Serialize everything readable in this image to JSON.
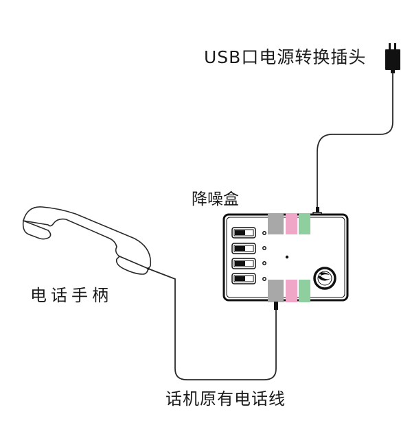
{
  "labels": {
    "usb_adapter": "USB口电源转换插头",
    "noise_box": "降噪盒",
    "handset": "电话手柄",
    "phone_line": "话机原有电话线"
  },
  "colors": {
    "line": "#2a2a2a",
    "port_gray": "#a8a8a8",
    "port_pink": "#f0a6c6",
    "port_green": "#8fcf9f",
    "switch_dark": "#1a1a1a"
  },
  "components": [
    {
      "id": "usb-power-plug",
      "icon": "power-plug-icon"
    },
    {
      "id": "noise-reduction-box",
      "switch_count": 4,
      "ports_top": [
        "gray",
        "pink",
        "green"
      ],
      "ports_bottom": [
        "gray",
        "pink",
        "green"
      ],
      "logo": "wave-logo-icon"
    },
    {
      "id": "telephone-handset",
      "icon": "handset-icon"
    }
  ]
}
